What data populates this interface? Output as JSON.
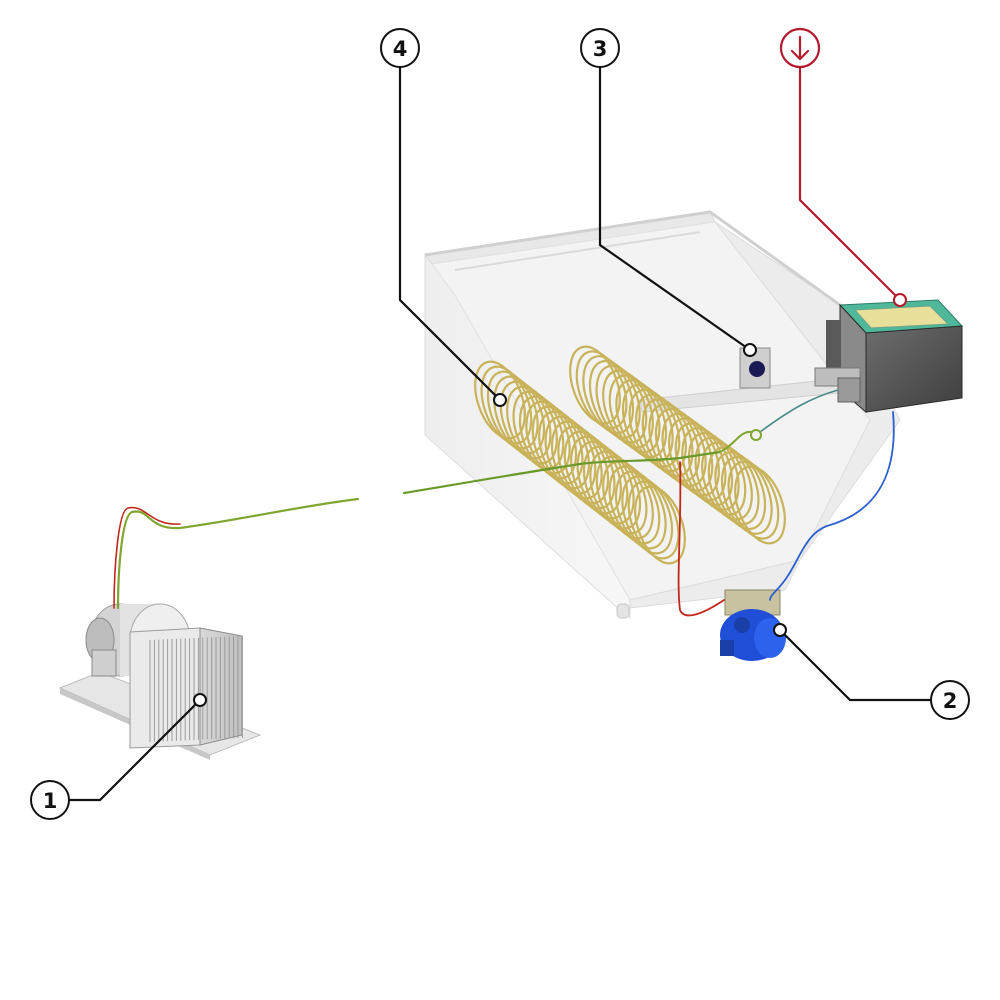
{
  "callouts": [
    {
      "id": "callout-1",
      "label": "1"
    },
    {
      "id": "callout-2",
      "label": "2"
    },
    {
      "id": "callout-3",
      "label": "3"
    },
    {
      "id": "callout-4",
      "label": "4"
    }
  ],
  "accent_callout": {
    "icon": "arrow-down-circle-icon",
    "color": "#b5192b"
  },
  "colors": {
    "callout_stroke": "#111111",
    "coil": "#c8b35a",
    "pump": "#1f4fd6",
    "controller_panel": "#4fb89a",
    "wire_red": "#c0281b",
    "wire_green": "#6a9a2b",
    "wire_blue": "#2a5fd0"
  }
}
